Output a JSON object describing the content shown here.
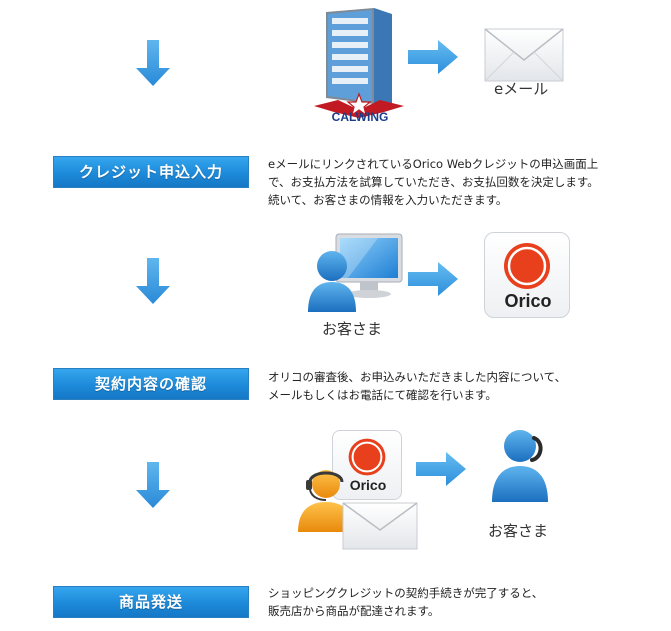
{
  "flow": {
    "step1": {
      "logo_text": "CALWING",
      "mail_caption": "eメール"
    },
    "step2": {
      "button": "クレジット申込入力",
      "desc": [
        "eメールにリンクされているOrico Webクレジットの申込画面上",
        "で、お支払方法を試算していただき、お支払回数を決定します。",
        "続いて、お客さまの情報を入力いただきます。"
      ],
      "customer_caption": "お客さま",
      "orico_logo": "Orico"
    },
    "step3": {
      "button": "契約内容の確認",
      "desc": [
        "オリコの審査後、お申込みいただきました内容について、",
        "メールもしくはお電話にて確認を行います。"
      ],
      "orico_logo": "Orico",
      "customer_caption": "お客さま"
    },
    "step4": {
      "button": "商品発送",
      "desc": [
        "ショッピングクレジットの契約手続きが完了すると、",
        "販売店から商品が配達されます。"
      ]
    },
    "colors": {
      "accent_blue": "#1d8ad9",
      "orico_red": "#e8401c"
    },
    "icons": [
      "down-arrow-icon",
      "right-arrow-icon",
      "building-icon",
      "envelope-icon",
      "person-icon",
      "computer-icon",
      "orico-logo",
      "operator-icon"
    ]
  }
}
